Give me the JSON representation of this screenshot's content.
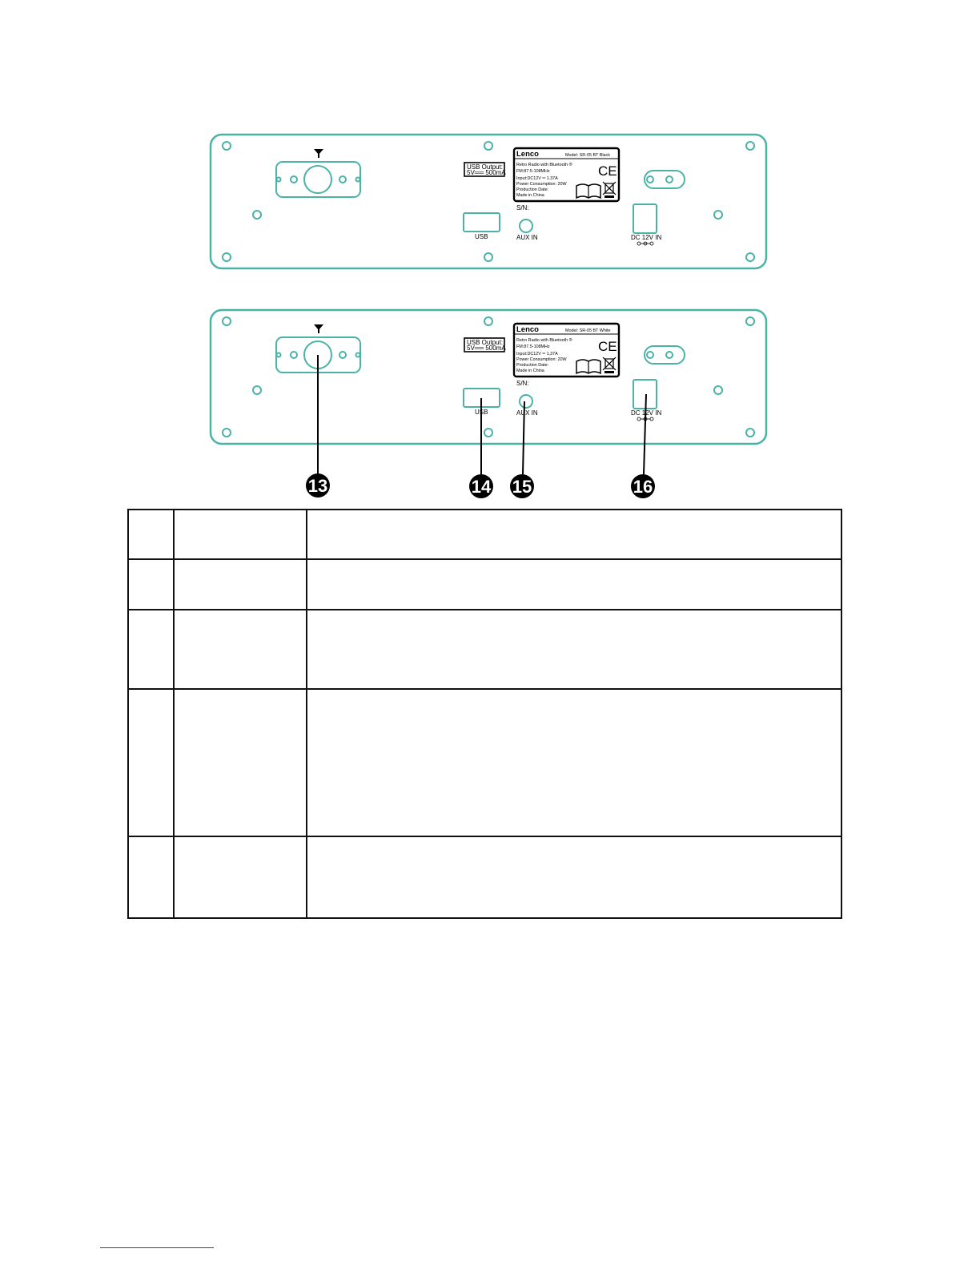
{
  "panels": [
    {
      "usb_output": [
        "USB  Output:",
        "5V══ 500mA"
      ],
      "label": {
        "brand": "Lenco",
        "model": "Model: SR-05 BT Black",
        "lines": [
          "Retro Radio with Bluetooth ®",
          "FM:87.5-108MHz",
          "Input:DC12V ═ 1.37A",
          "Power Consumption: 20W",
          "Production Date:",
          "Made in China"
        ],
        "ce": "CE"
      },
      "sn": "S/N:",
      "usb": "USB",
      "aux": "AUX IN",
      "dc": "DC 12V IN"
    },
    {
      "usb_output": [
        "USB  Output:",
        "5V══ 500mA"
      ],
      "label": {
        "brand": "Lenco",
        "model": "Model: SR-05 BT White",
        "lines": [
          "Retro Radio with Bluetooth ®",
          "FM:87.5-108MHz",
          "Input:DC12V ═ 1.37A",
          "Power Consumption: 20W",
          "Production Date:",
          "Made in China"
        ],
        "ce": "CE"
      },
      "sn": "S/N:",
      "usb": "USB",
      "aux": "AUX IN",
      "dc": "DC 12V IN"
    }
  ],
  "callouts": [
    "13",
    "14",
    "15",
    "16"
  ],
  "table": {
    "rows": 5,
    "columns": 3
  },
  "colors": {
    "panel_outline": "#4ab3a6"
  }
}
